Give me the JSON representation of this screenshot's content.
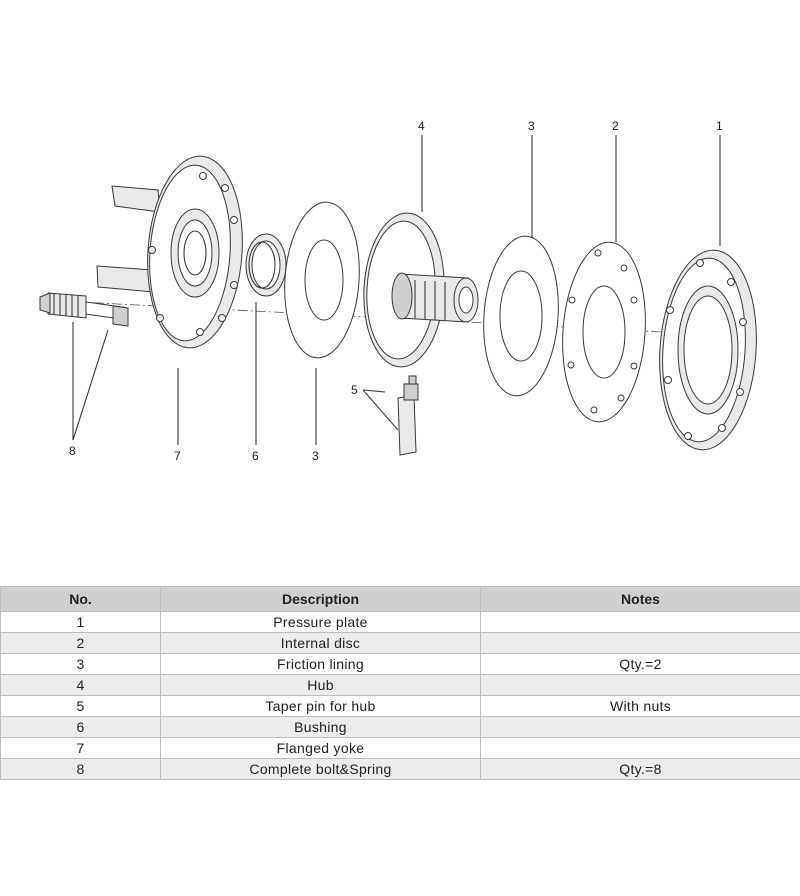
{
  "callouts": {
    "top_1": "1",
    "top_2": "2",
    "top_3": "3",
    "top_4": "4",
    "bottom_3": "3",
    "bottom_5": "5",
    "bottom_6": "6",
    "bottom_7": "7",
    "bottom_8": "8"
  },
  "table": {
    "headers": [
      "No.",
      "Description",
      "Notes"
    ],
    "rows": [
      {
        "no": "1",
        "description": "Pressure plate",
        "notes": ""
      },
      {
        "no": "2",
        "description": "Internal disc",
        "notes": ""
      },
      {
        "no": "3",
        "description": "Friction lining",
        "notes": "Qty.=2"
      },
      {
        "no": "4",
        "description": "Hub",
        "notes": ""
      },
      {
        "no": "5",
        "description": "Taper pin for hub",
        "notes": "With nuts"
      },
      {
        "no": "6",
        "description": "Bushing",
        "notes": ""
      },
      {
        "no": "7",
        "description": "Flanged yoke",
        "notes": ""
      },
      {
        "no": "8",
        "description": "Complete bolt&Spring",
        "notes": "Qty.=8"
      }
    ]
  },
  "colors": {
    "header_bg": "#cfcfcf",
    "row_alt_bg": "#ececec",
    "line": "#3a3a3a"
  }
}
